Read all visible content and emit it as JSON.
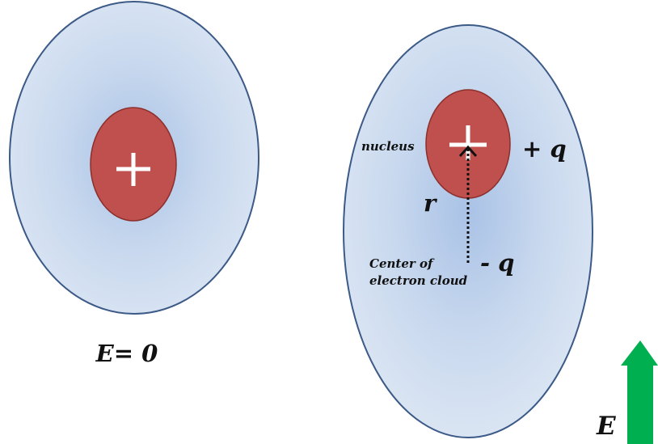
{
  "left_atom": {
    "nucleus_symbol": "+",
    "field_label": "E= 0"
  },
  "right_atom": {
    "nucleus_symbol": "+",
    "nucleus_label": "nucleus",
    "nucleus_charge": "+ q",
    "separation_label": "r",
    "cloud_charge": "- q",
    "cloud_center_label_line1": "Center of",
    "cloud_center_label_line2": "electron cloud"
  },
  "field_arrow": {
    "label": "E"
  },
  "colors": {
    "cloud_fill_center": "#b8cde9",
    "cloud_fill_edge": "#d5e2f2",
    "cloud_stroke": "#3c5a87",
    "nucleus_fill": "#c0504d",
    "nucleus_stroke": "#8c2f2c",
    "arrow_green": "#00b050",
    "text": "#111111"
  }
}
